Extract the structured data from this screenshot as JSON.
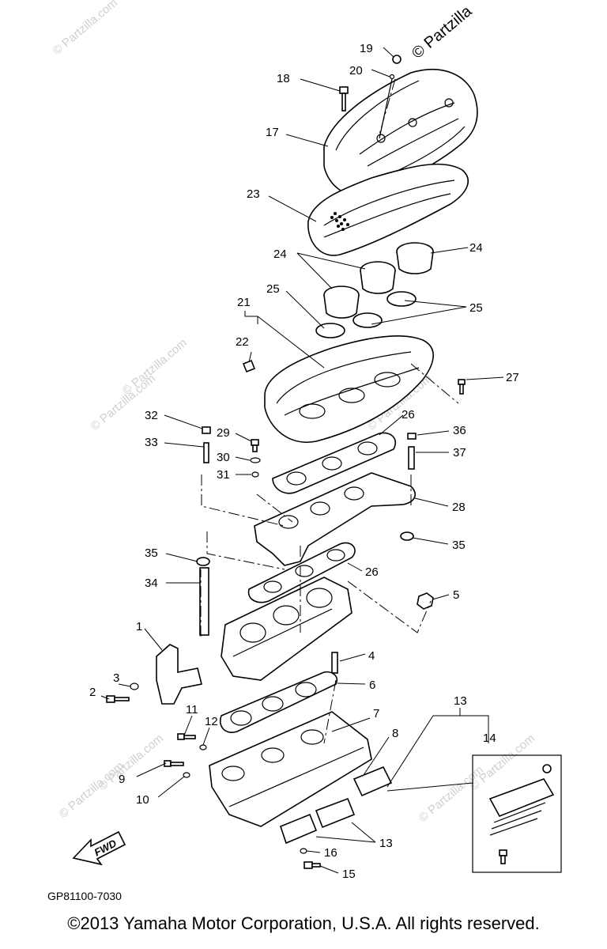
{
  "watermarks": {
    "top_right": "© Partzilla",
    "repeat": "© Partzilla.com"
  },
  "callouts": [
    "1",
    "2",
    "3",
    "4",
    "5",
    "6",
    "7",
    "8",
    "9",
    "10",
    "11",
    "12",
    "13",
    "13",
    "14",
    "15",
    "16",
    "17",
    "18",
    "19",
    "20",
    "21",
    "22",
    "23",
    "24",
    "24",
    "25",
    "25",
    "26",
    "26",
    "27",
    "28",
    "29",
    "30",
    "31",
    "32",
    "33",
    "34",
    "35",
    "35",
    "36",
    "37"
  ],
  "fwd_label": "FWD",
  "diagram_code": "GP81100-7030",
  "copyright": "©2013 Yamaha Motor Corporation, U.S.A. All rights reserved."
}
